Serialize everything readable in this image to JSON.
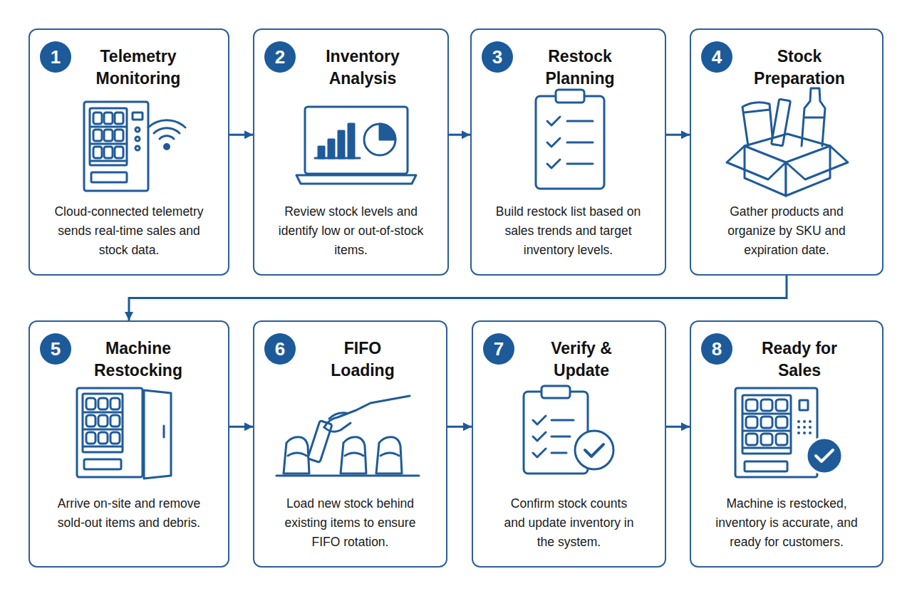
{
  "diagram": {
    "nodes": [
      {
        "text": [
          "Telemetry Monitoring",
          "Cloud-connected telemetry sends real-time sales and stock data."
        ]
      },
      {
        "text": [
          "1"
        ],
        "in": 0
      },
      {
        "text": [
          "Inventory Analysis",
          "Review stock levels and identify low or out-of-stock items."
        ]
      },
      {
        "text": [
          "2"
        ],
        "in": 2
      },
      {
        "text": [
          "Restock Planning",
          "Build restock list based on sales trends and target inventory levels."
        ]
      },
      {
        "text": [
          "3"
        ],
        "in": 4
      },
      {
        "text": [
          "Stock Preparation",
          "Gather products and organize by SKU and expiration date."
        ]
      },
      {
        "text": [
          "4"
        ],
        "in": 6
      },
      {
        "text": [
          "Machine Restocking",
          "Arrive on-site and remove sold-out items and debris."
        ]
      },
      {
        "text": [
          "5"
        ],
        "in": 8
      },
      {
        "text": [
          "FIFO Loading",
          "Load new stock behind existing items to ensure FIFO rotation."
        ]
      },
      {
        "text": [
          "6"
        ],
        "in": 10
      },
      {
        "text": [
          "Verify & Update",
          "Confirm stock counts and update inventory in the system."
        ]
      },
      {
        "text": [
          "7"
        ],
        "in": 12
      },
      {
        "text": [
          "Ready for Sales",
          "Machine is restocked, inventory is accurate, and ready for customers."
        ]
      },
      {
        "text": [
          "8"
        ],
        "in": 14
      }
    ],
    "edges": [
      {
        "from": 0,
        "to": 2,
        "arrow": "to"
      },
      {
        "from": 2,
        "to": 4,
        "arrow": "to"
      },
      {
        "from": 4,
        "to": 6,
        "arrow": "to"
      },
      {
        "from": 6,
        "to": 8,
        "arrow": "to"
      },
      {
        "from": 8,
        "to": 10,
        "arrow": "to"
      },
      {
        "from": 10,
        "to": 12,
        "arrow": "to"
      },
      {
        "from": 12,
        "to": 14,
        "arrow": "to"
      }
    ]
  }
}
